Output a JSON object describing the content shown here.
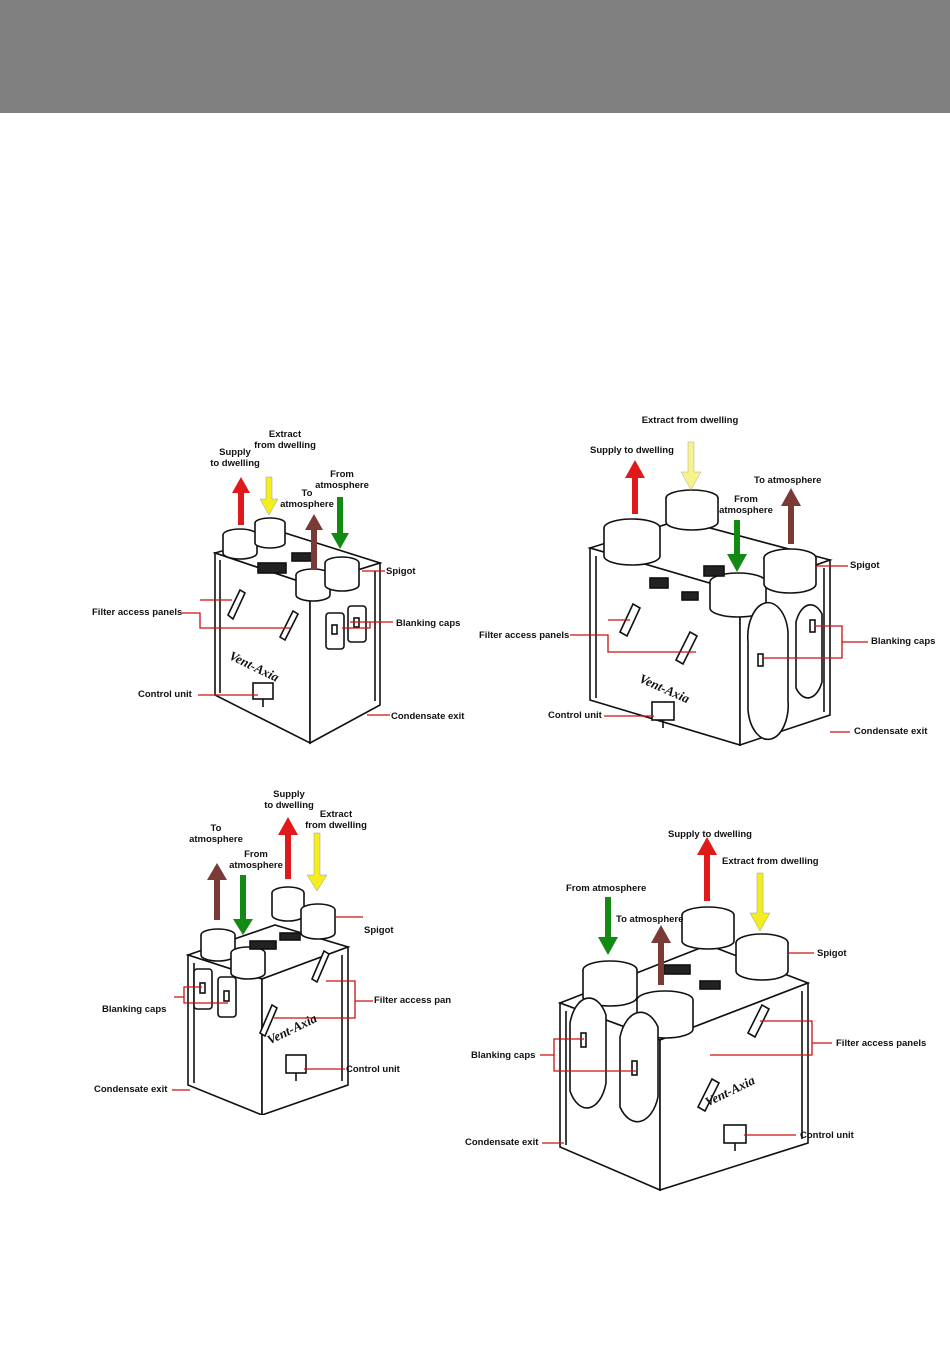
{
  "colors": {
    "header": "#808080",
    "supply_arrow": "#e01a1a",
    "extract_arrow": "#f5ee1e",
    "extract_arrow_pale": "#f7f28a",
    "exhaust_arrow": "#7a3b36",
    "fresh_arrow": "#138a13",
    "leader_line": "#cc1111",
    "outline": "#111111"
  },
  "brand": "Vent-Axia",
  "figures": [
    {
      "id": "top-left",
      "labels": {
        "supply": "Supply\nto dwelling",
        "extract": "Extract\nfrom dwelling",
        "to_atmosphere": "To\natmosphere",
        "from_atmosphere": "From\natmosphere",
        "spigot": "Spigot",
        "filter_access": "Filter access panels",
        "blanking_caps": "Blanking caps",
        "control_unit": "Control unit",
        "condensate_exit": "Condensate exit"
      }
    },
    {
      "id": "top-right",
      "labels": {
        "extract": "Extract from dwelling",
        "supply": "Supply to dwelling",
        "to_atmosphere": "To atmosphere",
        "from_atmosphere": "From\natmosphere",
        "spigot": "Spigot",
        "filter_access": "Filter access panels",
        "blanking_caps": "Blanking caps",
        "control_unit": "Control unit",
        "condensate_exit": "Condensate exit"
      }
    },
    {
      "id": "bottom-left",
      "labels": {
        "supply": "Supply\nto dwelling",
        "extract": "Extract\nfrom dwelling",
        "to_atmosphere": "To\natmosphere",
        "from_atmosphere": "From\natmosphere",
        "spigot": "Spigot",
        "filter_access": "Filter access pan",
        "blanking_caps": "Blanking caps",
        "control_unit": "Control unit",
        "condensate_exit": "Condensate exit"
      }
    },
    {
      "id": "bottom-right",
      "labels": {
        "supply": "Supply to dwelling",
        "extract": "Extract from dwelling",
        "from_atmosphere": "From atmosphere",
        "to_atmosphere": "To atmosphere",
        "spigot": "Spigot",
        "filter_access": "Filter access panels",
        "blanking_caps": "Blanking caps",
        "control_unit": "Control unit",
        "condensate_exit": "Condensate exit"
      }
    }
  ]
}
